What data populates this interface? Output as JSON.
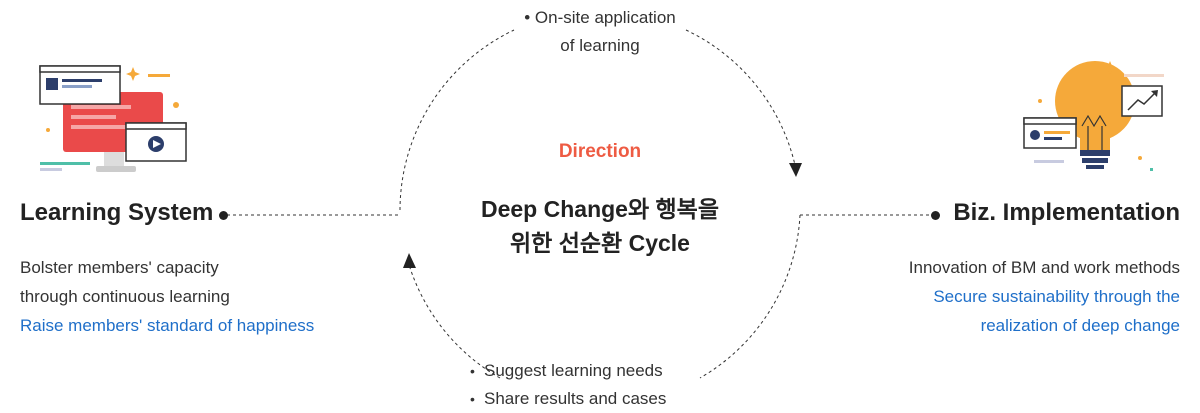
{
  "center": {
    "label": "Direction",
    "title_line1": "Deep Change와 행복을",
    "title_line2": "위한 선순환 Cycle"
  },
  "top_note": {
    "line1": "• On-site application",
    "line2": "of learning"
  },
  "bottom_note": {
    "items": [
      "Suggest learning needs",
      "Share results and cases"
    ]
  },
  "left": {
    "title": "Learning System",
    "desc_line1": "Bolster members' capacity",
    "desc_line2": "through continuous learning",
    "highlight": "Raise members' standard of happiness",
    "icon": "computer-learning-illustration"
  },
  "right": {
    "title": "Biz. Implementation",
    "desc_line1": "Innovation of BM and work methods",
    "highlight_line1": "Secure sustainability through the",
    "highlight_line2": "realization of deep change",
    "icon": "lightbulb-business-illustration"
  },
  "colors": {
    "accent_red": "#ee5b43",
    "accent_blue": "#1f6fc9",
    "bulb_orange": "#f5a93a",
    "screen_red": "#ea4a4a",
    "text_dark": "#222222"
  }
}
